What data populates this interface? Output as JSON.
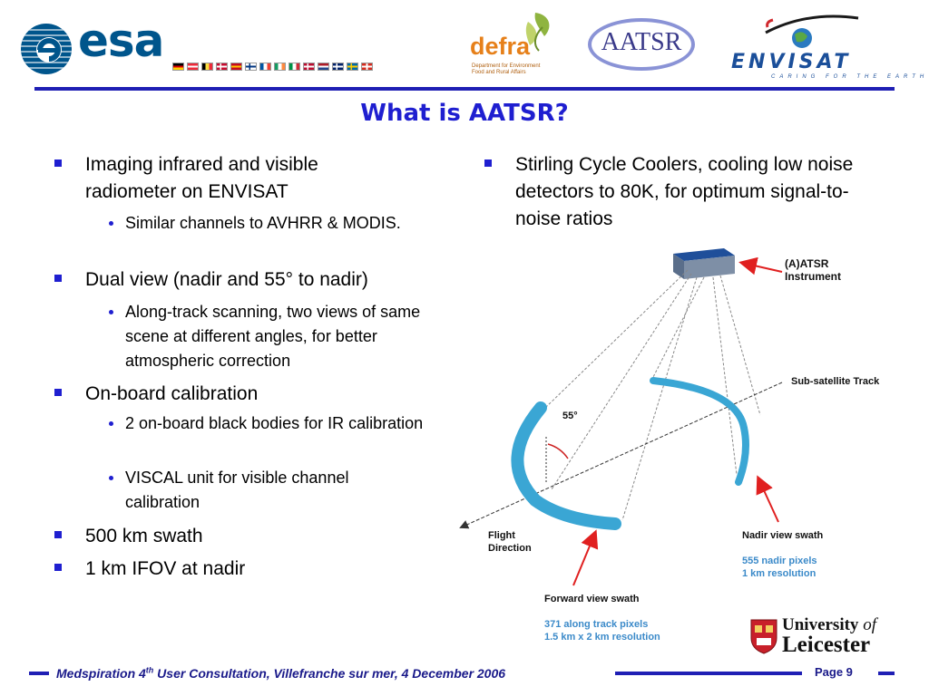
{
  "header": {
    "esa_word": "esa",
    "defra_word": "defra",
    "defra_sub": "Department for Environment Food and Rural Affairs",
    "aatsr_logo": "AATSR",
    "envisat_word": "ENVISAT",
    "envisat_tagline": "CARING FOR THE EARTH",
    "flags": [
      {
        "name": "germany",
        "stripes": [
          "#000000",
          "#dd0000",
          "#ffce00"
        ],
        "dir": "h"
      },
      {
        "name": "austria",
        "stripes": [
          "#ed2939",
          "#ffffff",
          "#ed2939"
        ],
        "dir": "h"
      },
      {
        "name": "belgium",
        "stripes": [
          "#000000",
          "#fae042",
          "#ed2939"
        ],
        "dir": "v"
      },
      {
        "name": "denmark",
        "stripes": [
          "#c60c30",
          "#ffffff",
          "#c60c30"
        ],
        "dir": "cross"
      },
      {
        "name": "spain",
        "stripes": [
          "#c60b1e",
          "#ffc400",
          "#c60b1e"
        ],
        "dir": "h"
      },
      {
        "name": "finland",
        "stripes": [
          "#ffffff",
          "#003580",
          "#ffffff"
        ],
        "dir": "cross"
      },
      {
        "name": "france",
        "stripes": [
          "#0055a4",
          "#ffffff",
          "#ef4135"
        ],
        "dir": "v"
      },
      {
        "name": "ireland",
        "stripes": [
          "#169b62",
          "#ffffff",
          "#ff883e"
        ],
        "dir": "v"
      },
      {
        "name": "italy",
        "stripes": [
          "#009246",
          "#ffffff",
          "#ce2b37"
        ],
        "dir": "v"
      },
      {
        "name": "norway",
        "stripes": [
          "#ba0c2f",
          "#ffffff",
          "#00205b"
        ],
        "dir": "cross"
      },
      {
        "name": "netherlands",
        "stripes": [
          "#ae1c28",
          "#ffffff",
          "#21468b"
        ],
        "dir": "h"
      },
      {
        "name": "uk",
        "stripes": [
          "#012169",
          "#ffffff",
          "#c8102e"
        ],
        "dir": "cross"
      },
      {
        "name": "sweden",
        "stripes": [
          "#006aa7",
          "#fecc00",
          "#006aa7"
        ],
        "dir": "cross"
      },
      {
        "name": "switzerland",
        "stripes": [
          "#d52b1e",
          "#ffffff",
          "#d52b1e"
        ],
        "dir": "plus"
      }
    ]
  },
  "title": "What is AATSR?",
  "left_bullets": [
    {
      "text": "Imaging infrared and visible radiometer on ENVISAT",
      "subs": [
        "Similar channels to AVHRR & MODIS."
      ]
    },
    {
      "text": "Dual view (nadir and 55° to nadir)",
      "subs": [
        "Along-track scanning, two views of same scene at different angles, for better atmospheric correction"
      ]
    },
    {
      "text": "On-board calibration",
      "subs": [
        "2 on-board black bodies for IR calibration",
        "VISCAL unit for visible channel calibration"
      ]
    },
    {
      "text": "500 km swath",
      "subs": []
    },
    {
      "text": "1 km IFOV at nadir",
      "subs": []
    }
  ],
  "right_bullet": "Stirling Cycle Coolers, cooling low noise detectors to 80K, for optimum signal-to-noise ratios",
  "diagram": {
    "instrument": "(A)ATSR Instrument",
    "subsat": "Sub-satellite Track",
    "angle": "55°",
    "flight": "Flight Direction",
    "nadir_swath": "Nadir view swath",
    "nadir_info": [
      "555 nadir pixels",
      "1 km resolution"
    ],
    "forward_swath": "Forward view swath",
    "forward_info": [
      "371 along track pixels",
      "1.5 km x 2 km resolution"
    ]
  },
  "logo_uol": {
    "univ": "University",
    "of": "of",
    "leic": "Leicester"
  },
  "footer": {
    "pre": "Medspiration 4",
    "sup": "th",
    "post": " User Consultation, Villefranche sur mer, 4 December 2006",
    "page": "Page 9"
  },
  "colors": {
    "accent_blue": "#1f1fd0",
    "rule_blue": "#1f1fb4",
    "swath_blue": "#3aa6d4",
    "arrow_red": "#e02020",
    "info_blue": "#3b8ac9"
  }
}
